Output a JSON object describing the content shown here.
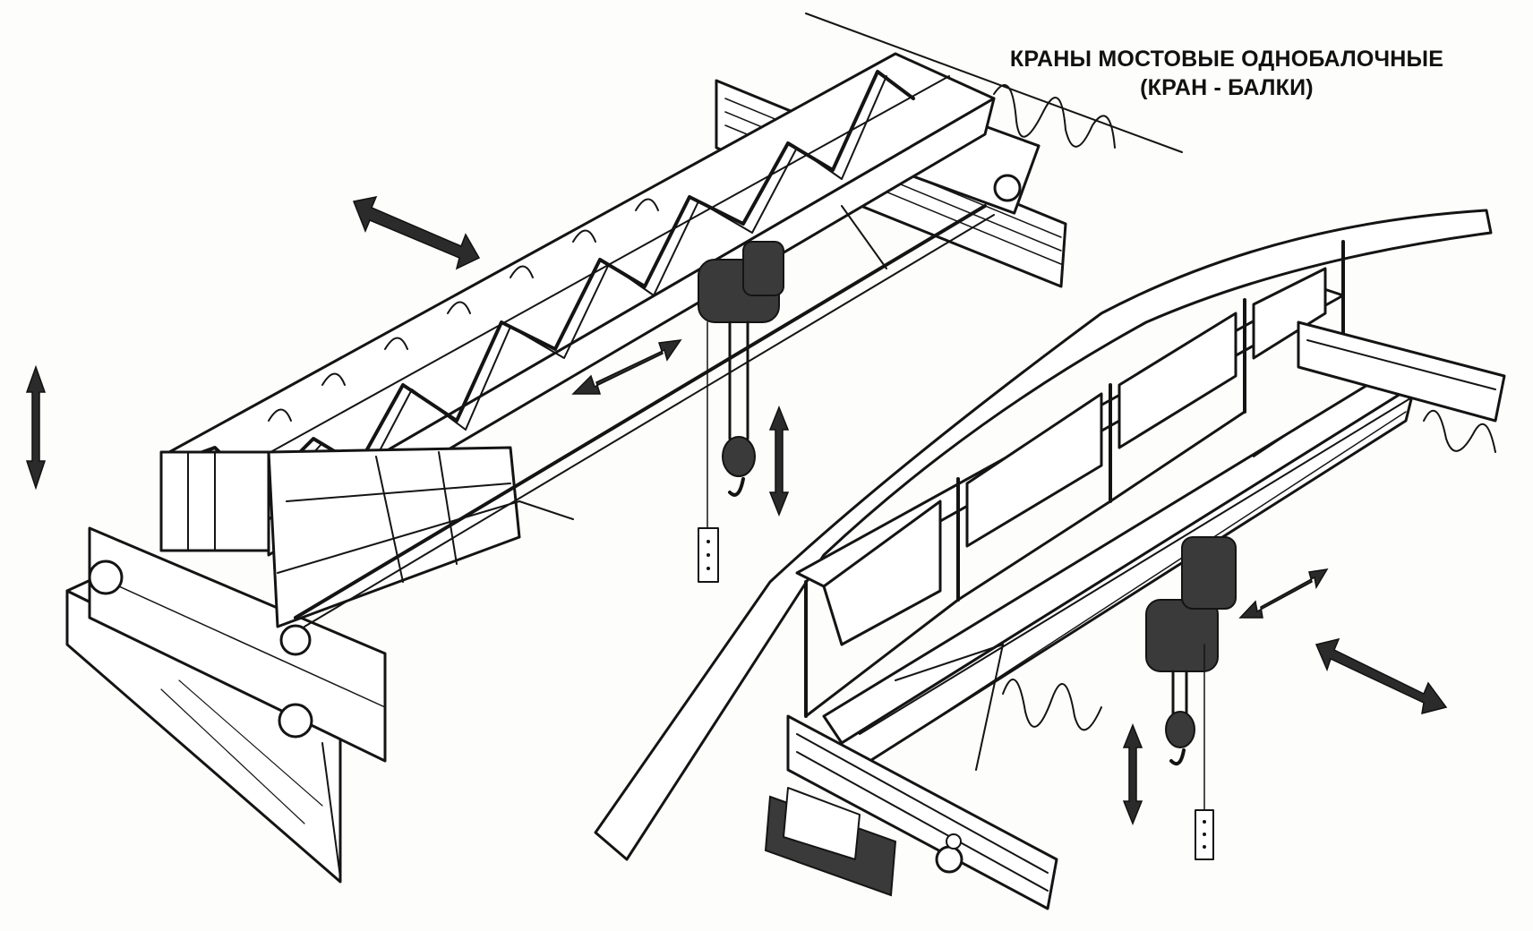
{
  "title": {
    "line1": "КРАНЫ МОСТОВЫЕ ОДНОБАЛОЧНЫЕ",
    "line2": "(КРАН - БАЛКИ)"
  },
  "colors": {
    "ink": "#141414",
    "paper": "#fdfdfb",
    "arrow_fill": "#2b2b2b"
  },
  "icons": {
    "motion_arrow": "double-headed-arrow"
  }
}
